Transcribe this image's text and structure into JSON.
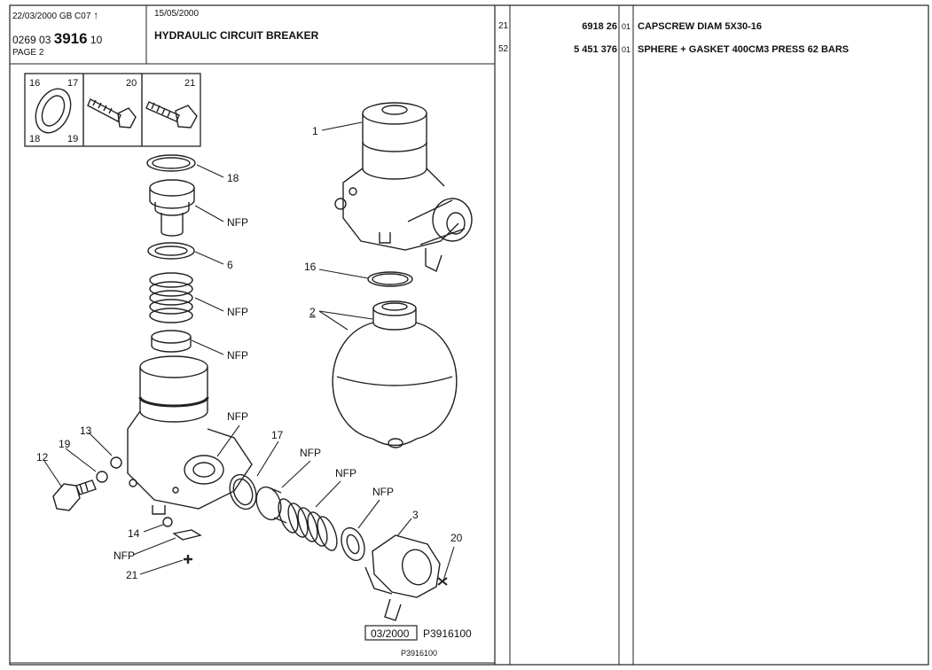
{
  "header": {
    "date_line": "22/03/2000 GB C07",
    "edition_date": "15/05/2000",
    "ref_prefix": "0269 03",
    "ref_main": "3916",
    "ref_suffix": "10",
    "page": "PAGE 2",
    "title": "HYDRAULIC CIRCUIT BREAKER"
  },
  "parts_table": [
    {
      "ref": "21",
      "part_no": "6918 26",
      "qty": "01",
      "description": "CAPSCREW DIAM 5X30-16"
    },
    {
      "ref": "52",
      "part_no": "5 451 376",
      "qty": "01",
      "description": "SPHERE + GASKET 400CM3 PRESS 62 BARS"
    }
  ],
  "diagram": {
    "inset_labels": [
      "16",
      "17",
      "20",
      "21",
      "18",
      "19"
    ],
    "callouts": [
      {
        "id": "c1",
        "text": "1"
      },
      {
        "id": "c18a",
        "text": "18"
      },
      {
        "id": "nfp1",
        "text": "NFP"
      },
      {
        "id": "c6",
        "text": "6"
      },
      {
        "id": "nfp2",
        "text": "NFP"
      },
      {
        "id": "nfp3",
        "text": "NFP"
      },
      {
        "id": "c16",
        "text": "16"
      },
      {
        "id": "c2",
        "text": "2"
      },
      {
        "id": "nfp4",
        "text": "NFP"
      },
      {
        "id": "c17",
        "text": "17"
      },
      {
        "id": "nfp5",
        "text": "NFP"
      },
      {
        "id": "nfp6",
        "text": "NFP"
      },
      {
        "id": "nfp7",
        "text": "NFP"
      },
      {
        "id": "c3",
        "text": "3"
      },
      {
        "id": "c20",
        "text": "20"
      },
      {
        "id": "c13",
        "text": "13"
      },
      {
        "id": "c19",
        "text": "19"
      },
      {
        "id": "c12",
        "text": "12"
      },
      {
        "id": "c14",
        "text": "14"
      },
      {
        "id": "nfp8",
        "text": "NFP"
      },
      {
        "id": "c21",
        "text": "21"
      }
    ],
    "date_box": "03/2000",
    "drawing_ref": "P3916100",
    "footer_ref": "P3916100"
  }
}
